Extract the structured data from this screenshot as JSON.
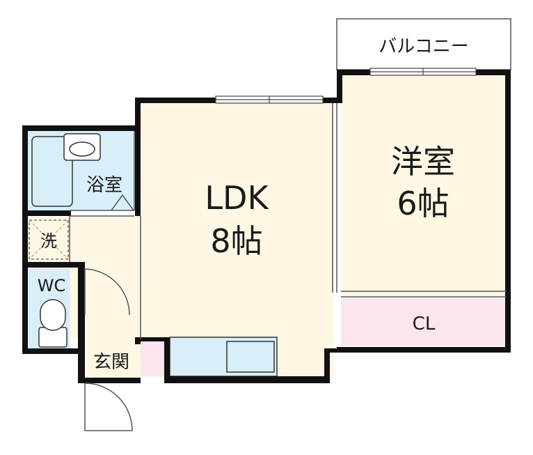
{
  "plan": {
    "balcony": "バルコニー",
    "western_room": {
      "name": "洋室",
      "size": "6帖"
    },
    "ldk": {
      "name": "LDK",
      "size": "8帖"
    },
    "bathroom": "浴室",
    "washer": "洗",
    "toilet": "WC",
    "entrance": "玄関",
    "closet": "CL"
  },
  "colors": {
    "room_floor": "#fdf7e3",
    "wet_area": "#d8eef9",
    "closet": "#fbe5ee",
    "entrance": "#fbe5ee",
    "wall": "#111111"
  }
}
